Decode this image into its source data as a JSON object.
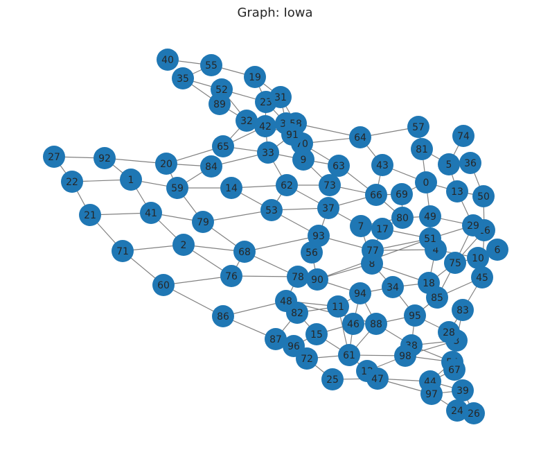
{
  "title": "Graph: Iowa",
  "node_color": "#1f77b4",
  "edge_color": "#808080",
  "nodes": [
    "0",
    "1",
    "2",
    "3",
    "4",
    "5",
    "6",
    "7",
    "8",
    "9",
    "10",
    "11",
    "12",
    "13",
    "14",
    "15",
    "16",
    "17",
    "18",
    "19",
    "20",
    "21",
    "22",
    "23",
    "24",
    "25",
    "26",
    "27",
    "28",
    "29",
    "30",
    "31",
    "32",
    "33",
    "34",
    "35",
    "36",
    "37",
    "38",
    "39",
    "40",
    "41",
    "42",
    "43",
    "44",
    "45",
    "46",
    "47",
    "48",
    "49",
    "50",
    "51",
    "52",
    "53",
    "54",
    "55",
    "56",
    "57",
    "58",
    "59",
    "60",
    "61",
    "62",
    "63",
    "64",
    "65",
    "66",
    "67",
    "68",
    "69",
    "70",
    "71",
    "72",
    "73",
    "74",
    "75",
    "76",
    "77",
    "78",
    "79",
    "80",
    "81",
    "82",
    "83",
    "84",
    "85",
    "86",
    "87",
    "88",
    "89",
    "90",
    "91",
    "92",
    "93",
    "94",
    "95",
    "96",
    "97",
    "98"
  ],
  "edges": [
    [
      "40",
      "55"
    ],
    [
      "35",
      "55"
    ],
    [
      "55",
      "19"
    ],
    [
      "35",
      "52"
    ],
    [
      "52",
      "89"
    ],
    [
      "35",
      "89"
    ],
    [
      "52",
      "32"
    ],
    [
      "52",
      "23"
    ],
    [
      "19",
      "23"
    ],
    [
      "19",
      "31"
    ],
    [
      "23",
      "31"
    ],
    [
      "89",
      "32"
    ],
    [
      "32",
      "42"
    ],
    [
      "23",
      "42"
    ],
    [
      "23",
      "30"
    ],
    [
      "31",
      "30"
    ],
    [
      "31",
      "58"
    ],
    [
      "42",
      "30"
    ],
    [
      "42",
      "91"
    ],
    [
      "30",
      "58"
    ],
    [
      "30",
      "91"
    ],
    [
      "91",
      "70"
    ],
    [
      "58",
      "70"
    ],
    [
      "58",
      "64"
    ],
    [
      "42",
      "33"
    ],
    [
      "65",
      "42"
    ],
    [
      "65",
      "33"
    ],
    [
      "32",
      "65"
    ],
    [
      "33",
      "9"
    ],
    [
      "33",
      "62"
    ],
    [
      "70",
      "9"
    ],
    [
      "70",
      "63"
    ],
    [
      "9",
      "73"
    ],
    [
      "64",
      "57"
    ],
    [
      "64",
      "43"
    ],
    [
      "57",
      "81"
    ],
    [
      "74",
      "5"
    ],
    [
      "81",
      "5"
    ],
    [
      "81",
      "0"
    ],
    [
      "5",
      "36"
    ],
    [
      "5",
      "13"
    ],
    [
      "36",
      "50"
    ],
    [
      "0",
      "13"
    ],
    [
      "13",
      "50"
    ],
    [
      "13",
      "29"
    ],
    [
      "0",
      "49"
    ],
    [
      "43",
      "66"
    ],
    [
      "43",
      "0"
    ],
    [
      "63",
      "66"
    ],
    [
      "66",
      "69"
    ],
    [
      "0",
      "69"
    ],
    [
      "69",
      "80"
    ],
    [
      "66",
      "80"
    ],
    [
      "66",
      "37"
    ],
    [
      "73",
      "66"
    ],
    [
      "62",
      "73"
    ],
    [
      "62",
      "14"
    ],
    [
      "62",
      "37"
    ],
    [
      "14",
      "59"
    ],
    [
      "14",
      "53"
    ],
    [
      "84",
      "33"
    ],
    [
      "84",
      "20"
    ],
    [
      "84",
      "59"
    ],
    [
      "65",
      "20"
    ],
    [
      "20",
      "92"
    ],
    [
      "92",
      "27"
    ],
    [
      "92",
      "1"
    ],
    [
      "27",
      "22"
    ],
    [
      "22",
      "1"
    ],
    [
      "22",
      "21"
    ],
    [
      "1",
      "59"
    ],
    [
      "1",
      "41"
    ],
    [
      "20",
      "59"
    ],
    [
      "21",
      "41"
    ],
    [
      "21",
      "71"
    ],
    [
      "41",
      "79"
    ],
    [
      "41",
      "2"
    ],
    [
      "59",
      "79"
    ],
    [
      "79",
      "53"
    ],
    [
      "53",
      "62"
    ],
    [
      "53",
      "37"
    ],
    [
      "53",
      "93"
    ],
    [
      "79",
      "68"
    ],
    [
      "2",
      "68"
    ],
    [
      "2",
      "71"
    ],
    [
      "2",
      "76"
    ],
    [
      "71",
      "60"
    ],
    [
      "60",
      "76"
    ],
    [
      "60",
      "86"
    ],
    [
      "86",
      "48"
    ],
    [
      "76",
      "68"
    ],
    [
      "76",
      "78"
    ],
    [
      "68",
      "93"
    ],
    [
      "68",
      "78"
    ],
    [
      "93",
      "37"
    ],
    [
      "93",
      "56"
    ],
    [
      "93",
      "77"
    ],
    [
      "56",
      "90"
    ],
    [
      "78",
      "90"
    ],
    [
      "90",
      "8"
    ],
    [
      "90",
      "94"
    ],
    [
      "37",
      "7"
    ],
    [
      "7",
      "17"
    ],
    [
      "7",
      "80"
    ],
    [
      "7",
      "8"
    ],
    [
      "17",
      "80"
    ],
    [
      "17",
      "77"
    ],
    [
      "80",
      "49"
    ],
    [
      "49",
      "51"
    ],
    [
      "49",
      "29"
    ],
    [
      "29",
      "16"
    ],
    [
      "29",
      "51"
    ],
    [
      "29",
      "75"
    ],
    [
      "16",
      "75"
    ],
    [
      "16",
      "50"
    ],
    [
      "16",
      "45"
    ],
    [
      "51",
      "4"
    ],
    [
      "51",
      "17"
    ],
    [
      "4",
      "77"
    ],
    [
      "4",
      "18"
    ],
    [
      "8",
      "77"
    ],
    [
      "8",
      "34"
    ],
    [
      "8",
      "18"
    ],
    [
      "77",
      "51"
    ],
    [
      "6",
      "10"
    ],
    [
      "10",
      "75"
    ],
    [
      "10",
      "45"
    ],
    [
      "75",
      "18"
    ],
    [
      "75",
      "85"
    ],
    [
      "18",
      "85"
    ],
    [
      "18",
      "34"
    ],
    [
      "45",
      "85"
    ],
    [
      "45",
      "83"
    ],
    [
      "83",
      "28"
    ],
    [
      "85",
      "95"
    ],
    [
      "34",
      "94"
    ],
    [
      "34",
      "95"
    ],
    [
      "94",
      "11"
    ],
    [
      "94",
      "46"
    ],
    [
      "94",
      "88"
    ],
    [
      "88",
      "95"
    ],
    [
      "88",
      "38"
    ],
    [
      "88",
      "61"
    ],
    [
      "95",
      "28"
    ],
    [
      "95",
      "38"
    ],
    [
      "28",
      "3"
    ],
    [
      "3",
      "38"
    ],
    [
      "38",
      "98"
    ],
    [
      "38",
      "54"
    ],
    [
      "98",
      "12"
    ],
    [
      "98",
      "61"
    ],
    [
      "98",
      "54"
    ],
    [
      "54",
      "67"
    ],
    [
      "54",
      "44"
    ],
    [
      "12",
      "47"
    ],
    [
      "12",
      "61"
    ],
    [
      "47",
      "25"
    ],
    [
      "47",
      "44"
    ],
    [
      "44",
      "97"
    ],
    [
      "44",
      "39"
    ],
    [
      "97",
      "39"
    ],
    [
      "97",
      "24"
    ],
    [
      "39",
      "24"
    ],
    [
      "39",
      "26"
    ],
    [
      "24",
      "26"
    ],
    [
      "61",
      "72"
    ],
    [
      "61",
      "11"
    ],
    [
      "61",
      "46"
    ],
    [
      "72",
      "96"
    ],
    [
      "72",
      "25"
    ],
    [
      "96",
      "15"
    ],
    [
      "96",
      "87"
    ],
    [
      "15",
      "46"
    ],
    [
      "15",
      "82"
    ],
    [
      "15",
      "61"
    ],
    [
      "82",
      "48"
    ],
    [
      "82",
      "87"
    ],
    [
      "82",
      "11"
    ],
    [
      "48",
      "78"
    ],
    [
      "48",
      "11"
    ],
    [
      "48",
      "88"
    ],
    [
      "11",
      "46"
    ],
    [
      "46",
      "88"
    ],
    [
      "87",
      "86"
    ],
    [
      "47",
      "97"
    ],
    [
      "98",
      "3"
    ],
    [
      "67",
      "44"
    ],
    [
      "83",
      "3"
    ],
    [
      "4",
      "10"
    ],
    [
      "90",
      "51"
    ],
    [
      "33",
      "91"
    ],
    [
      "70",
      "64"
    ],
    [
      "9",
      "63"
    ]
  ]
}
